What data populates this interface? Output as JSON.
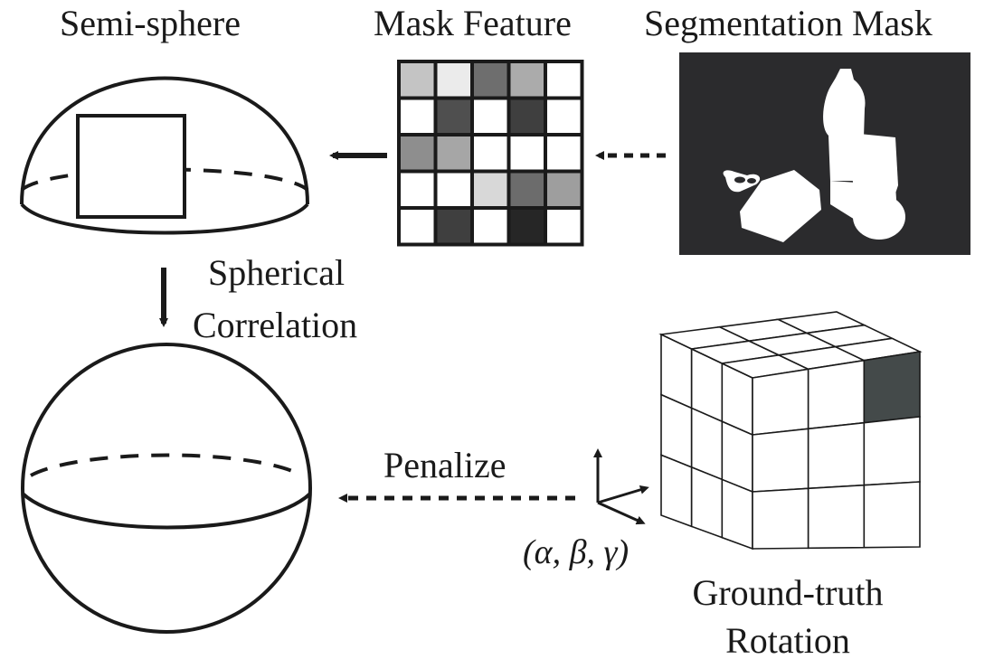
{
  "labels": {
    "semi_sphere": "Semi-sphere",
    "mask_feature": "Mask Feature",
    "segmentation_mask": "Segmentation Mask",
    "spherical_line1": "Spherical",
    "spherical_line2": "Correlation",
    "penalize": "Penalize",
    "angles": "(α, β, γ)",
    "ground_truth_line1": "Ground-truth",
    "ground_truth_line2": "Rotation"
  },
  "mask_feature_grid": {
    "rows": 5,
    "cols": 5,
    "cells": [
      [
        "#c4c4c4",
        "#ebebeb",
        "#6e6e6e",
        "#ababab",
        "#ffffff"
      ],
      [
        "#ffffff",
        "#4f4f4f",
        "#ffffff",
        "#3f3f3f",
        "#ffffff"
      ],
      [
        "#8e8e8e",
        "#a6a6a6",
        "#ffffff",
        "#ffffff",
        "#ffffff"
      ],
      [
        "#ffffff",
        "#ffffff",
        "#d8d8d8",
        "#6c6c6c",
        "#9e9e9e"
      ],
      [
        "#ffffff",
        "#3f3f3f",
        "#ffffff",
        "#262626",
        "#ffffff"
      ]
    ]
  },
  "colors": {
    "stroke": "#1a1a1a",
    "mask_background": "#2b2b2d",
    "mask_object": "#ffffff",
    "highlight_cube": "#444a4a"
  }
}
